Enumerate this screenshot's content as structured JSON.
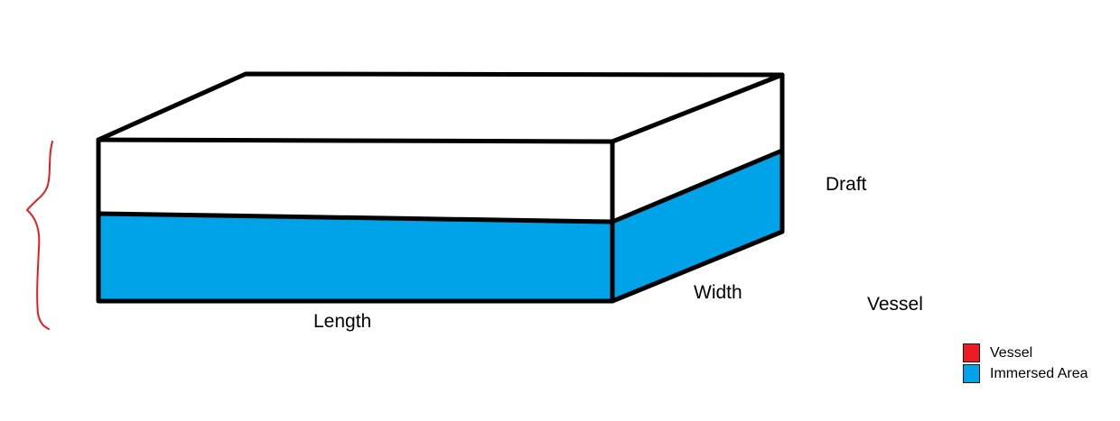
{
  "labels": {
    "draft": "Draft",
    "width": "Width",
    "vessel": "Vessel",
    "length": "Length"
  },
  "legend": {
    "items": [
      {
        "label": "Vessel",
        "color": "#ED1C24"
      },
      {
        "label": "Immersed Area",
        "color": "#00A2E8"
      }
    ]
  },
  "colors": {
    "outline": "#000000",
    "immersed": "#00A2E8",
    "brace": "#E02020",
    "background": "#FFFFFF"
  }
}
